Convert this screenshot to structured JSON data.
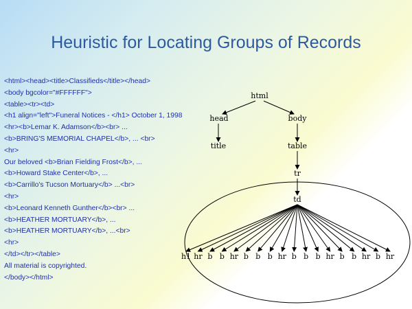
{
  "slide": {
    "title": "Heuristic for Locating Groups of Records"
  },
  "code_lines": [
    "<html><head><title>Classifieds</title></head>",
    "<body bgcolor=\"#FFFFFF\">",
    "<table><tr><td>",
    "<h1 align=\"left\">Funeral Notices - </h1> October 1, 1998",
    "<hr><b>Lemar K. Adamson</b><br> ...",
    "<b>BRING'S MEMORIAL CHAPEL</b>, ... <br>",
    "<hr>",
    "Our beloved <b>Brian Fielding Frost</b>, ...",
    "<b>Howard Stake Center</b>, ...",
    "<b>Carrillo's Tucson Mortuary</b> ...<br>",
    "<hr>",
    "<b>Leonard Kenneth Gunther</b><br> ...",
    "<b>HEATHER MORTUARY</b>, ...",
    "<b>HEATHER MORTUARY</b>, ...<br>",
    "<hr>",
    "</td></tr></table>",
    "All material is copyrighted.",
    "</body></html>"
  ],
  "tree": {
    "root": "html",
    "head": "head",
    "body": "body",
    "title": "title",
    "table": "table",
    "tr": "tr",
    "td": "td",
    "leaves": [
      "h1",
      "hr",
      "b",
      "b",
      "hr",
      "b",
      "b",
      "b",
      "hr",
      "b",
      "b",
      "b",
      "hr",
      "b",
      "b",
      "hr",
      "b",
      "hr"
    ]
  }
}
